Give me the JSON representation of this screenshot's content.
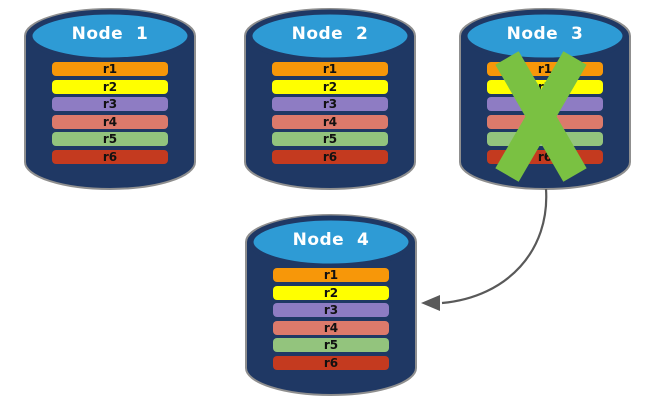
{
  "palette": {
    "background": "#FFFFFF",
    "cylinder_body": "#1F3864",
    "cylinder_top": "#2E9BD5",
    "cylinder_outline": "#8F8F8F",
    "title_text": "#FFFFFF",
    "row_text": "#111111",
    "fail_x": "#7AC142",
    "arrow": "#595959"
  },
  "nodes": [
    {
      "title": "Node  1",
      "failed": false,
      "rows": [
        {
          "label": "r1",
          "color": "#F79709"
        },
        {
          "label": "r2",
          "color": "#FFFF00"
        },
        {
          "label": "r3",
          "color": "#8E7CC3"
        },
        {
          "label": "r4",
          "color": "#DC7A6B"
        },
        {
          "label": "r5",
          "color": "#93C47D"
        },
        {
          "label": "r6",
          "color": "#C43A1F"
        }
      ]
    },
    {
      "title": "Node  2",
      "failed": false,
      "rows": [
        {
          "label": "r1",
          "color": "#F79709"
        },
        {
          "label": "r2",
          "color": "#FFFF00"
        },
        {
          "label": "r3",
          "color": "#8E7CC3"
        },
        {
          "label": "r4",
          "color": "#DC7A6B"
        },
        {
          "label": "r5",
          "color": "#93C47D"
        },
        {
          "label": "r6",
          "color": "#C43A1F"
        }
      ]
    },
    {
      "title": "Node  3",
      "failed": true,
      "rows": [
        {
          "label": "r1",
          "color": "#F79709"
        },
        {
          "label": "r2",
          "color": "#FFFF00"
        },
        {
          "label": "r3",
          "color": "#8E7CC3"
        },
        {
          "label": "r4",
          "color": "#DC7A6B"
        },
        {
          "label": "r5",
          "color": "#93C47D"
        },
        {
          "label": "r6",
          "color": "#C43A1F"
        }
      ]
    },
    {
      "title": "Node  4",
      "failed": false,
      "rows": [
        {
          "label": "r1",
          "color": "#F79709"
        },
        {
          "label": "r2",
          "color": "#FFFF00"
        },
        {
          "label": "r3",
          "color": "#8E7CC3"
        },
        {
          "label": "r4",
          "color": "#DC7A6B"
        },
        {
          "label": "r5",
          "color": "#93C47D"
        },
        {
          "label": "r6",
          "color": "#C43A1F"
        }
      ]
    }
  ]
}
